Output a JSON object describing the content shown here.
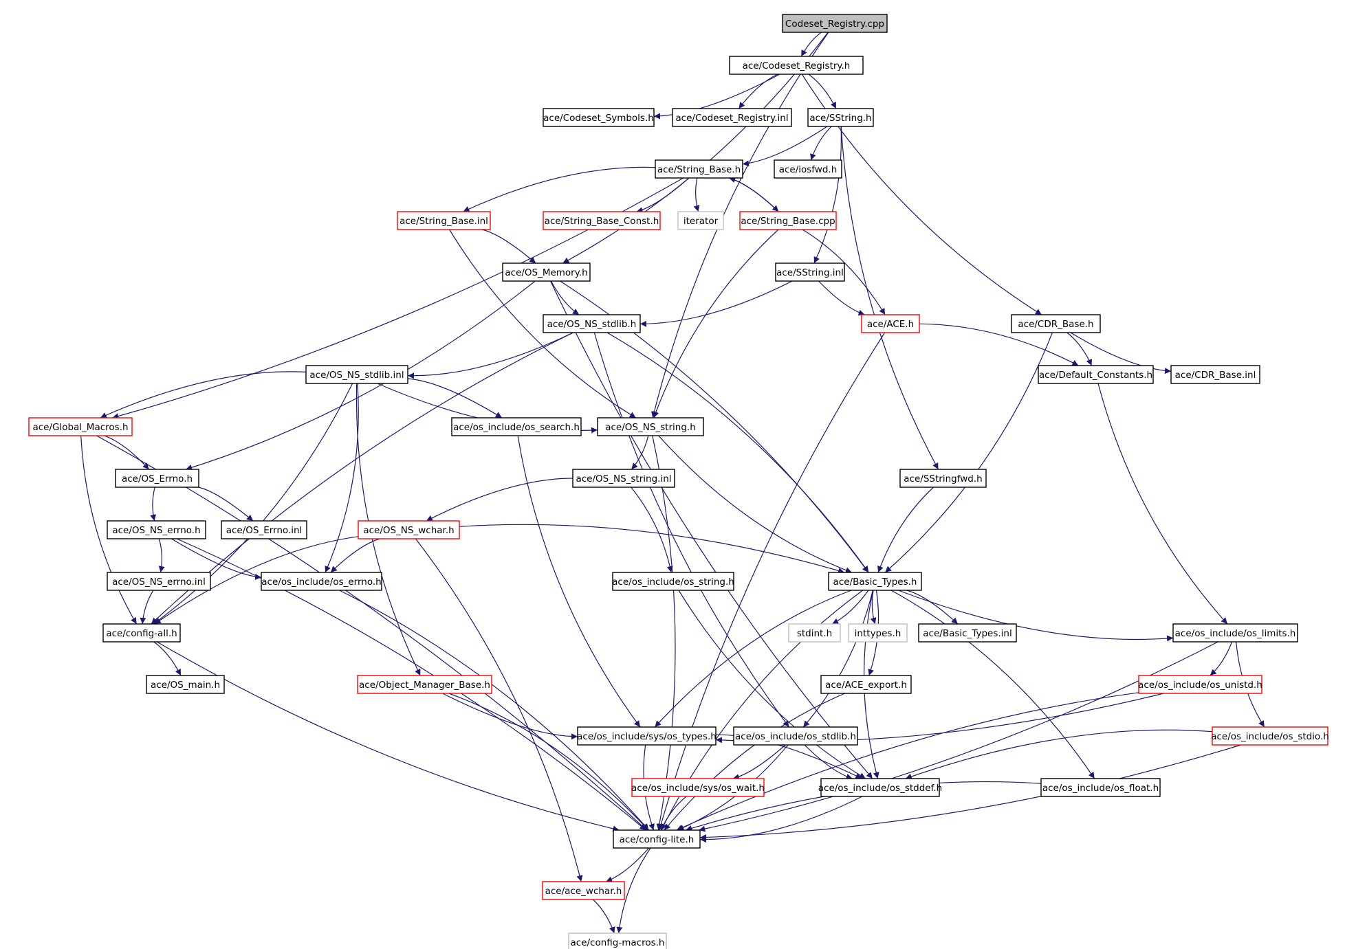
{
  "diagram": {
    "title": "Codeset_Registry.cpp",
    "colors": {
      "edge": "#191970",
      "root_fill": "#bfbfbf",
      "normal_border": "#000000",
      "truncated_border": "#ff0000",
      "external_border": "#bfbfbf",
      "background": "#ffffff"
    },
    "nodes": [
      {
        "id": "n0",
        "label": "Codeset_Registry.cpp",
        "style": "root"
      },
      {
        "id": "n1",
        "label": "ace/Codeset_Registry.h",
        "style": "normal"
      },
      {
        "id": "n2",
        "label": "ace/Codeset_Symbols.h",
        "style": "normal"
      },
      {
        "id": "n3",
        "label": "ace/Codeset_Registry.inl",
        "style": "normal"
      },
      {
        "id": "n4",
        "label": "ace/SString.h",
        "style": "normal"
      },
      {
        "id": "n5",
        "label": "ace/String_Base.h",
        "style": "normal"
      },
      {
        "id": "n6",
        "label": "ace/iosfwd.h",
        "style": "normal"
      },
      {
        "id": "n7",
        "label": "ace/String_Base.inl",
        "style": "truncated"
      },
      {
        "id": "n8",
        "label": "ace/String_Base_Const.h",
        "style": "truncated"
      },
      {
        "id": "n9",
        "label": "iterator",
        "style": "external"
      },
      {
        "id": "n10",
        "label": "ace/String_Base.cpp",
        "style": "truncated"
      },
      {
        "id": "n11",
        "label": "ace/OS_Memory.h",
        "style": "normal"
      },
      {
        "id": "n12",
        "label": "ace/SString.inl",
        "style": "normal"
      },
      {
        "id": "n13",
        "label": "ace/OS_NS_stdlib.h",
        "style": "normal"
      },
      {
        "id": "n14",
        "label": "ace/ACE.h",
        "style": "truncated"
      },
      {
        "id": "n15",
        "label": "ace/CDR_Base.h",
        "style": "normal"
      },
      {
        "id": "n16",
        "label": "ace/OS_NS_stdlib.inl",
        "style": "normal"
      },
      {
        "id": "n17",
        "label": "ace/Default_Constants.h",
        "style": "normal"
      },
      {
        "id": "n18",
        "label": "ace/CDR_Base.inl",
        "style": "normal"
      },
      {
        "id": "n19",
        "label": "ace/Global_Macros.h",
        "style": "truncated"
      },
      {
        "id": "n20",
        "label": "ace/os_include/os_search.h",
        "style": "normal"
      },
      {
        "id": "n21",
        "label": "ace/OS_NS_string.h",
        "style": "normal"
      },
      {
        "id": "n22",
        "label": "ace/OS_Errno.h",
        "style": "normal"
      },
      {
        "id": "n23",
        "label": "ace/OS_NS_string.inl",
        "style": "normal"
      },
      {
        "id": "n24",
        "label": "ace/SStringfwd.h",
        "style": "normal"
      },
      {
        "id": "n25",
        "label": "ace/OS_NS_errno.h",
        "style": "normal"
      },
      {
        "id": "n26",
        "label": "ace/OS_Errno.inl",
        "style": "normal"
      },
      {
        "id": "n27",
        "label": "ace/OS_NS_wchar.h",
        "style": "truncated"
      },
      {
        "id": "n28",
        "label": "ace/OS_NS_errno.inl",
        "style": "normal"
      },
      {
        "id": "n29",
        "label": "ace/os_include/os_errno.h",
        "style": "normal"
      },
      {
        "id": "n30",
        "label": "ace/os_include/os_string.h",
        "style": "normal"
      },
      {
        "id": "n31",
        "label": "ace/Basic_Types.h",
        "style": "normal"
      },
      {
        "id": "n32",
        "label": "ace/config-all.h",
        "style": "normal"
      },
      {
        "id": "n33",
        "label": "stdint.h",
        "style": "external"
      },
      {
        "id": "n34",
        "label": "inttypes.h",
        "style": "external"
      },
      {
        "id": "n35",
        "label": "ace/Basic_Types.inl",
        "style": "normal"
      },
      {
        "id": "n36",
        "label": "ace/os_include/os_limits.h",
        "style": "normal"
      },
      {
        "id": "n37",
        "label": "ace/OS_main.h",
        "style": "normal"
      },
      {
        "id": "n38",
        "label": "ace/Object_Manager_Base.h",
        "style": "truncated"
      },
      {
        "id": "n39",
        "label": "ace/ACE_export.h",
        "style": "normal"
      },
      {
        "id": "n40",
        "label": "ace/os_include/os_unistd.h",
        "style": "truncated"
      },
      {
        "id": "n41",
        "label": "ace/os_include/sys/os_types.h",
        "style": "normal"
      },
      {
        "id": "n42",
        "label": "ace/os_include/os_stdlib.h",
        "style": "normal"
      },
      {
        "id": "n43",
        "label": "ace/os_include/os_stdio.h",
        "style": "truncated"
      },
      {
        "id": "n44",
        "label": "ace/os_include/sys/os_wait.h",
        "style": "truncated"
      },
      {
        "id": "n45",
        "label": "ace/os_include/os_stddef.h",
        "style": "normal"
      },
      {
        "id": "n46",
        "label": "ace/os_include/os_float.h",
        "style": "normal"
      },
      {
        "id": "n47",
        "label": "ace/config-lite.h",
        "style": "normal"
      },
      {
        "id": "n48",
        "label": "ace/ace_wchar.h",
        "style": "truncated"
      },
      {
        "id": "n49",
        "label": "ace/config-macros.h",
        "style": "external"
      }
    ],
    "edges": [
      [
        "n0",
        "n1"
      ],
      [
        "n0",
        "n11"
      ],
      [
        "n0",
        "n21"
      ],
      [
        "n1",
        "n2"
      ],
      [
        "n1",
        "n3"
      ],
      [
        "n1",
        "n4"
      ],
      [
        "n1",
        "n15"
      ],
      [
        "n4",
        "n5"
      ],
      [
        "n4",
        "n6"
      ],
      [
        "n4",
        "n12"
      ],
      [
        "n4",
        "n24"
      ],
      [
        "n5",
        "n19"
      ],
      [
        "n5",
        "n7"
      ],
      [
        "n5",
        "n8"
      ],
      [
        "n5",
        "n9"
      ],
      [
        "n5",
        "n10"
      ],
      [
        "n10",
        "n5"
      ],
      [
        "n10",
        "n14"
      ],
      [
        "n10",
        "n21"
      ],
      [
        "n7",
        "n11"
      ],
      [
        "n7",
        "n21"
      ],
      [
        "n11",
        "n22"
      ],
      [
        "n11",
        "n13"
      ],
      [
        "n11",
        "n31"
      ],
      [
        "n11",
        "n45"
      ],
      [
        "n12",
        "n13"
      ],
      [
        "n12",
        "n14"
      ],
      [
        "n13",
        "n16"
      ],
      [
        "n13",
        "n32"
      ],
      [
        "n13",
        "n31"
      ],
      [
        "n13",
        "n42"
      ],
      [
        "n14",
        "n17"
      ],
      [
        "n14",
        "n47"
      ],
      [
        "n15",
        "n17"
      ],
      [
        "n15",
        "n18"
      ],
      [
        "n15",
        "n31"
      ],
      [
        "n16",
        "n19"
      ],
      [
        "n16",
        "n20"
      ],
      [
        "n16",
        "n21"
      ],
      [
        "n16",
        "n29"
      ],
      [
        "n16",
        "n38"
      ],
      [
        "n16",
        "n32"
      ],
      [
        "n17",
        "n36"
      ],
      [
        "n19",
        "n22"
      ],
      [
        "n19",
        "n32"
      ],
      [
        "n19",
        "n47"
      ],
      [
        "n20",
        "n41"
      ],
      [
        "n21",
        "n23"
      ],
      [
        "n21",
        "n31"
      ],
      [
        "n21",
        "n47"
      ],
      [
        "n22",
        "n25"
      ],
      [
        "n22",
        "n26"
      ],
      [
        "n23",
        "n27"
      ],
      [
        "n23",
        "n30"
      ],
      [
        "n24",
        "n31"
      ],
      [
        "n25",
        "n28"
      ],
      [
        "n25",
        "n29"
      ],
      [
        "n25",
        "n47"
      ],
      [
        "n27",
        "n29"
      ],
      [
        "n27",
        "n31"
      ],
      [
        "n27",
        "n32"
      ],
      [
        "n27",
        "n48"
      ],
      [
        "n28",
        "n32"
      ],
      [
        "n29",
        "n47"
      ],
      [
        "n30",
        "n45"
      ],
      [
        "n31",
        "n33"
      ],
      [
        "n31",
        "n34"
      ],
      [
        "n31",
        "n35"
      ],
      [
        "n31",
        "n36"
      ],
      [
        "n31",
        "n39"
      ],
      [
        "n31",
        "n41"
      ],
      [
        "n31",
        "n42"
      ],
      [
        "n31",
        "n45"
      ],
      [
        "n31",
        "n46"
      ],
      [
        "n31",
        "n47"
      ],
      [
        "n32",
        "n37"
      ],
      [
        "n32",
        "n47"
      ],
      [
        "n36",
        "n40"
      ],
      [
        "n36",
        "n43"
      ],
      [
        "n36",
        "n47"
      ],
      [
        "n38",
        "n41"
      ],
      [
        "n38",
        "n47"
      ],
      [
        "n39",
        "n47"
      ],
      [
        "n40",
        "n41"
      ],
      [
        "n40",
        "n47"
      ],
      [
        "n41",
        "n45"
      ],
      [
        "n41",
        "n47"
      ],
      [
        "n42",
        "n44"
      ],
      [
        "n42",
        "n45"
      ],
      [
        "n42",
        "n47"
      ],
      [
        "n43",
        "n45"
      ],
      [
        "n43",
        "n47"
      ],
      [
        "n44",
        "n47"
      ],
      [
        "n45",
        "n47"
      ],
      [
        "n46",
        "n47"
      ],
      [
        "n47",
        "n48"
      ],
      [
        "n47",
        "n49"
      ],
      [
        "n48",
        "n49"
      ]
    ]
  }
}
